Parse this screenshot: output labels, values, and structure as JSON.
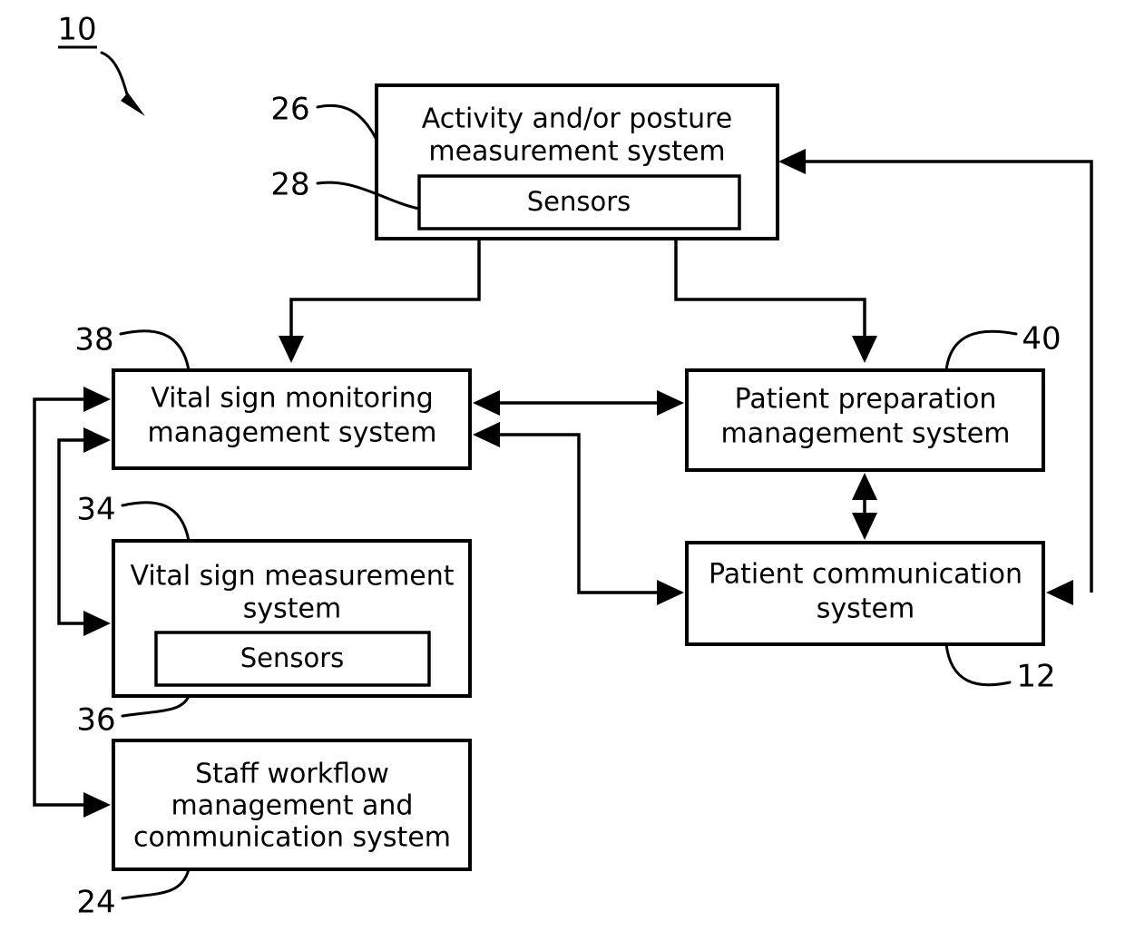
{
  "figure": {
    "figure_number": "10",
    "blocks": [
      {
        "id": "activity",
        "label_line1": "Activity and/or posture",
        "label_line2": "measurement system",
        "ref": "26",
        "inner": {
          "label": "Sensors",
          "ref": "28"
        }
      },
      {
        "id": "vital-sign-monitoring",
        "label_line1": "Vital sign monitoring",
        "label_line2": "management system",
        "ref": "38"
      },
      {
        "id": "patient-preparation",
        "label_line1": "Patient preparation",
        "label_line2": "management system",
        "ref": "40"
      },
      {
        "id": "vital-sign-measurement",
        "label_line1": "Vital sign measurement",
        "label_line2": "system",
        "ref": "34",
        "inner": {
          "label": "Sensors",
          "ref": "36"
        }
      },
      {
        "id": "patient-communication",
        "label_line1": "Patient communication",
        "label_line2": "system",
        "ref": "12"
      },
      {
        "id": "staff-workflow",
        "label_line1": "Staff workflow",
        "label_line2": "management and",
        "label_line3": "communication system",
        "ref": "24"
      }
    ],
    "reference_numerals": {
      "system": "10",
      "activity_posture_measurement_system": "26",
      "activity_sensors": "28",
      "vital_sign_monitoring_management_system": "38",
      "patient_preparation_management_system": "40",
      "vital_sign_measurement_system": "34",
      "vital_sign_sensors": "36",
      "patient_communication_system": "12",
      "staff_workflow_management_and_communication_system": "24"
    },
    "colors": {
      "line": "#000000",
      "fill": "#ffffff"
    }
  }
}
